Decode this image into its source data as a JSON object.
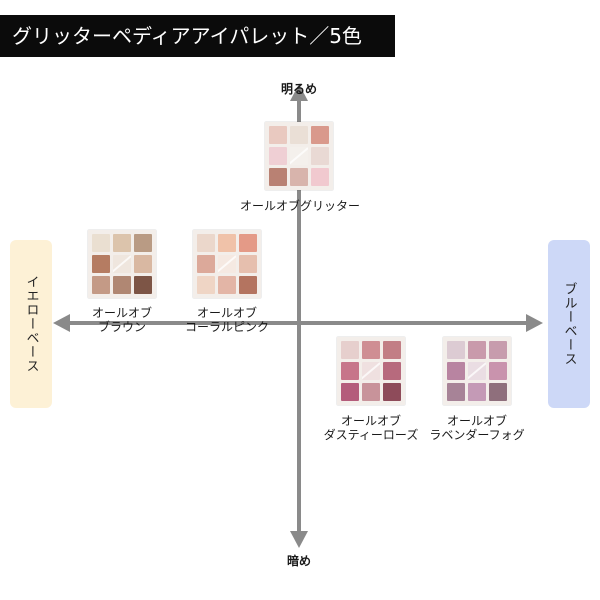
{
  "title": "グリッターペディアアイパレット／5色",
  "axes": {
    "top": "明るめ",
    "bottom": "暗め",
    "left": "イエローベース",
    "right": "ブルーベース",
    "colors": {
      "line": "#8a8a8a",
      "left_panel": "#fdf1d6",
      "right_panel": "#cdd8f7"
    }
  },
  "palettes": [
    {
      "name_line1": "オールオブグリッター",
      "name_line2": "",
      "pans": [
        "#e9c9c0",
        "#eadfd6",
        "#d9998c",
        "#efcfd4",
        "#f4f0ec",
        "#e9d9d4",
        "#b98173",
        "#d8b4ac",
        "#f1c9cf"
      ]
    },
    {
      "name_line1": "オールオブ",
      "name_line2": "ブラウン",
      "pans": [
        "#eadfd1",
        "#dcc4ac",
        "#b99b84",
        "#b57c62",
        "#efe6de",
        "#d9b8a2",
        "#c49a86",
        "#b08773",
        "#7d5546"
      ]
    },
    {
      "name_line1": "オールオブ",
      "name_line2": "コーラルピンク",
      "pans": [
        "#ebd7cb",
        "#f0c2a9",
        "#e49a87",
        "#dca99a",
        "#f5e9e2",
        "#e6bfae",
        "#efd5c5",
        "#e3b5a6",
        "#b47460"
      ]
    },
    {
      "name_line1": "オールオブ",
      "name_line2": "ダスティーローズ",
      "pans": [
        "#e6cfcd",
        "#cf8e93",
        "#c27e85",
        "#c7758a",
        "#efe0e0",
        "#b76a7d",
        "#b45c7b",
        "#c8939a",
        "#8e4b5a"
      ]
    },
    {
      "name_line1": "オールオブ",
      "name_line2": "ラベンダーフォグ",
      "pans": [
        "#dccbd3",
        "#c99aab",
        "#c79cad",
        "#b884a1",
        "#eadde3",
        "#c993ad",
        "#a78397",
        "#c49ab6",
        "#8f6f7c"
      ]
    }
  ]
}
